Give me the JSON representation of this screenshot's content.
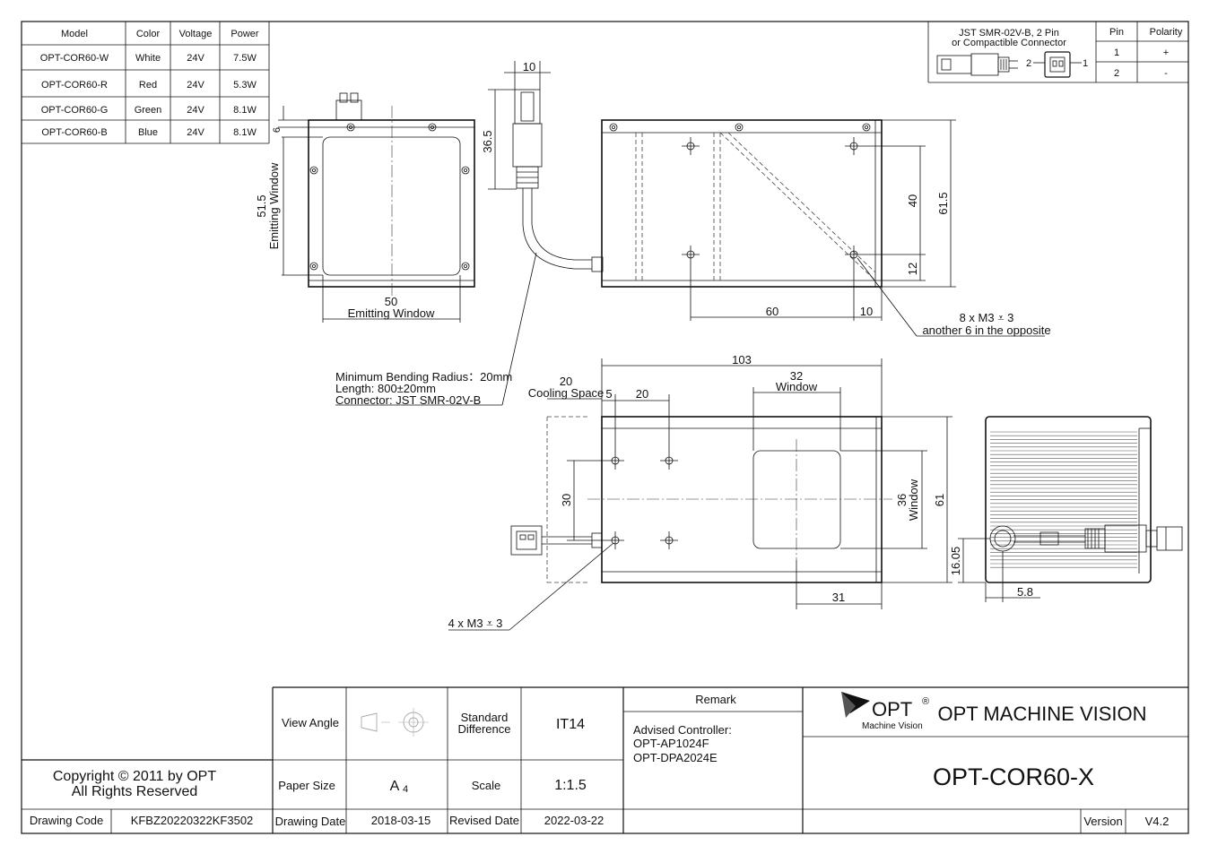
{
  "spec_table": {
    "headers": [
      "Model",
      "Color",
      "Voltage",
      "Power"
    ],
    "rows": [
      [
        "OPT-COR60-W",
        "White",
        "24V",
        "7.5W"
      ],
      [
        "OPT-COR60-R",
        "Red",
        "24V",
        "5.3W"
      ],
      [
        "OPT-COR60-G",
        "Green",
        "24V",
        "8.1W"
      ],
      [
        "OPT-COR60-B",
        "Blue",
        "24V",
        "8.1W"
      ]
    ]
  },
  "connector_table": {
    "title_line1": "JST SMR-02V-B, 2 Pin",
    "title_line2": "or Compactible Connector",
    "pin_2_label": "2",
    "pin_1_label": "1",
    "headers": [
      "Pin",
      "Polarity"
    ],
    "rows": [
      [
        "1",
        "+"
      ],
      [
        "2",
        "-"
      ]
    ]
  },
  "dims": {
    "front_top_6": "6",
    "front_h": "51.5",
    "front_h_label": "Emitting Window",
    "front_w": "50",
    "front_w_label": "Emitting Window",
    "conn_w": "10",
    "conn_h": "36.5",
    "side_40": "40",
    "side_615": "61.5",
    "side_12": "12",
    "side_60": "60",
    "side_10": "10",
    "holes_note_1": "8 x M3 ⩡ 3",
    "holes_note_2": "another 6 in the opposite",
    "top_103": "103",
    "top_32": "32",
    "top_32_label": "Window",
    "top_20a": "20",
    "top_20a_label": "Cooling Space",
    "top_5": "5",
    "top_20b": "20",
    "top_30": "30",
    "top_36": "36",
    "top_36_label": "Window",
    "top_61": "61",
    "top_31": "31",
    "bottom_holes": "4 x M3 ⩡ 3",
    "end_1605": "16.05",
    "end_58": "5.8"
  },
  "cable_note": {
    "line1": "Minimum Bending Radius：20mm",
    "line2": "Length: 800±20mm",
    "line3": "Connector: JST SMR-02V-B"
  },
  "title_block": {
    "copyright_1": "Copyright © 2011 by OPT",
    "copyright_2": "All Rights Reserved",
    "drawing_code_label": "Drawing Code",
    "drawing_code": "KFBZ20220322KF3502",
    "view_angle_label": "View Angle",
    "standard_diff_1": "Standard",
    "standard_diff_2": "Difference",
    "standard_diff_value": "IT14",
    "paper_size_label": "Paper Size",
    "paper_size_value": "A",
    "paper_size_sub": "4",
    "scale_label": "Scale",
    "scale_value": "1:1.5",
    "drawing_date_label": "Drawing Date",
    "drawing_date": "2018-03-15",
    "revised_date_label": "Revised Date",
    "revised_date": "2022-03-22",
    "remark_label": "Remark",
    "remark_1": "Advised Controller:",
    "remark_2": "OPT-AP1024F",
    "remark_3": "OPT-DPA2024E",
    "logo_text": "OPT",
    "logo_reg": "®",
    "logo_sub": "Machine Vision",
    "company": "OPT MACHINE VISION",
    "model": "OPT-COR60-X",
    "version_label": "Version",
    "version": "V4.2"
  }
}
